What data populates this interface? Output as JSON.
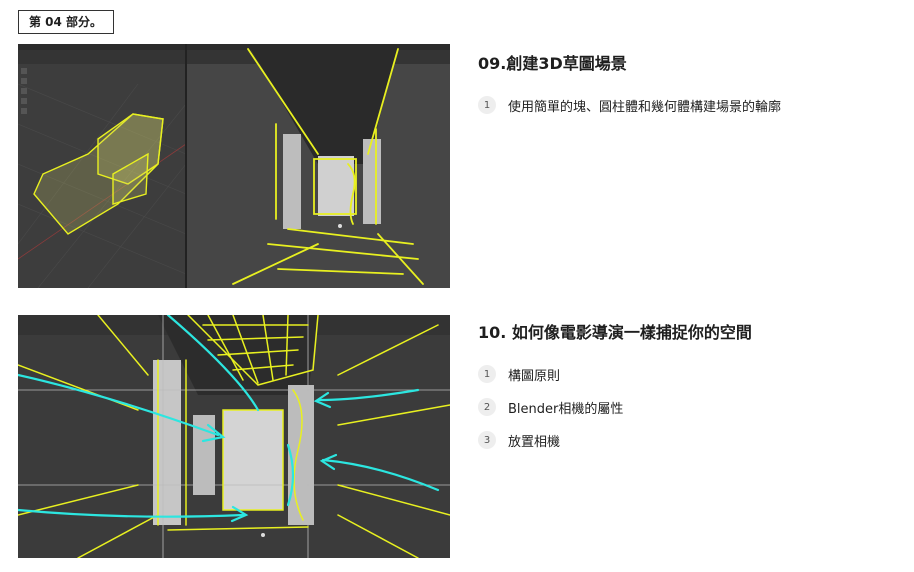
{
  "part": {
    "label": "第 04 部分。"
  },
  "sections": [
    {
      "title": "09.創建3D草圖場景",
      "items": [
        {
          "num": "1",
          "text": "使用簡單的塊、圓柱體和幾何體構建場景的輪廓"
        }
      ]
    },
    {
      "title": "10. 如何像電影導演一樣捕捉你的空間",
      "items": [
        {
          "num": "1",
          "text": "構圖原則"
        },
        {
          "num": "2",
          "text": "Blender相機的屬性"
        },
        {
          "num": "3",
          "text": "放置相機"
        }
      ]
    }
  ],
  "colors": {
    "sketch_yellow": "#e8f020",
    "sketch_cyan": "#2ce6e0",
    "viewport_bg": "#3c3c3c"
  }
}
